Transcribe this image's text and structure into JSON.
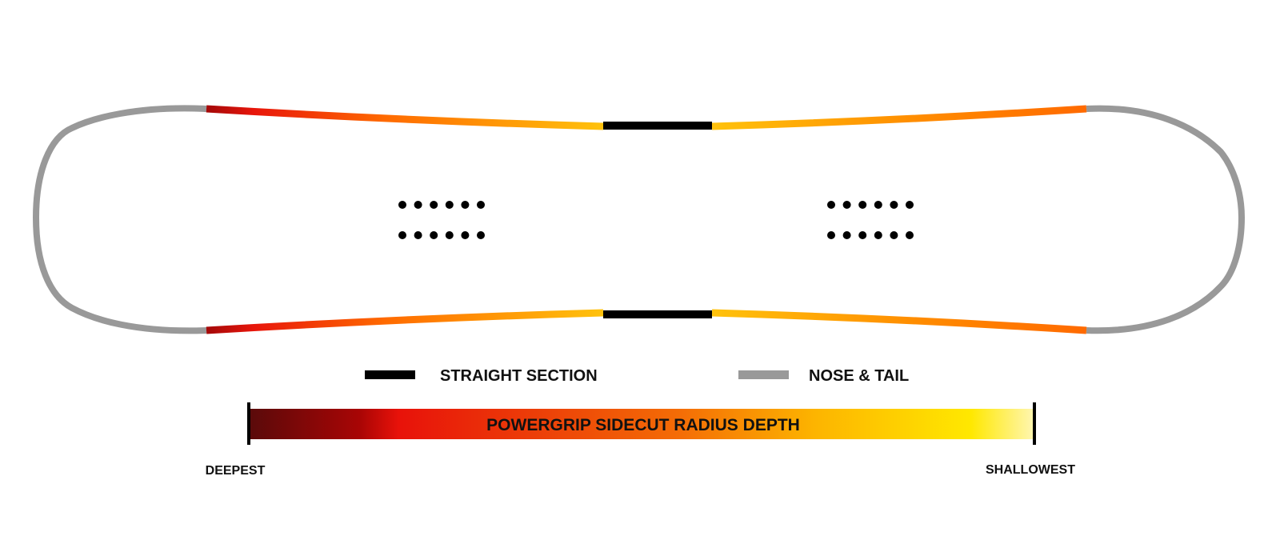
{
  "legend": {
    "straight_section": {
      "label": "STRAIGHT SECTION",
      "color": "#000000"
    },
    "nose_tail": {
      "label": "NOSE & TAIL",
      "color": "#999999"
    }
  },
  "scale": {
    "title": "POWERGRIP SIDECUT RADIUS DEPTH",
    "deepest_label": "DEEPEST",
    "shallowest_label": "SHALLOWEST",
    "gradient_colors": [
      "#5a0a0a",
      "#a80505",
      "#e8120a",
      "#ec3d08",
      "#f46d06",
      "#fdb400",
      "#ffe800",
      "#fff6b0"
    ]
  },
  "board": {
    "outline_color": "#999999",
    "insert_rows_per_pack": 2,
    "inserts_per_row": 6,
    "edge_gradient": [
      "#a30808",
      "#ff6a00",
      "#ffc20c"
    ]
  }
}
